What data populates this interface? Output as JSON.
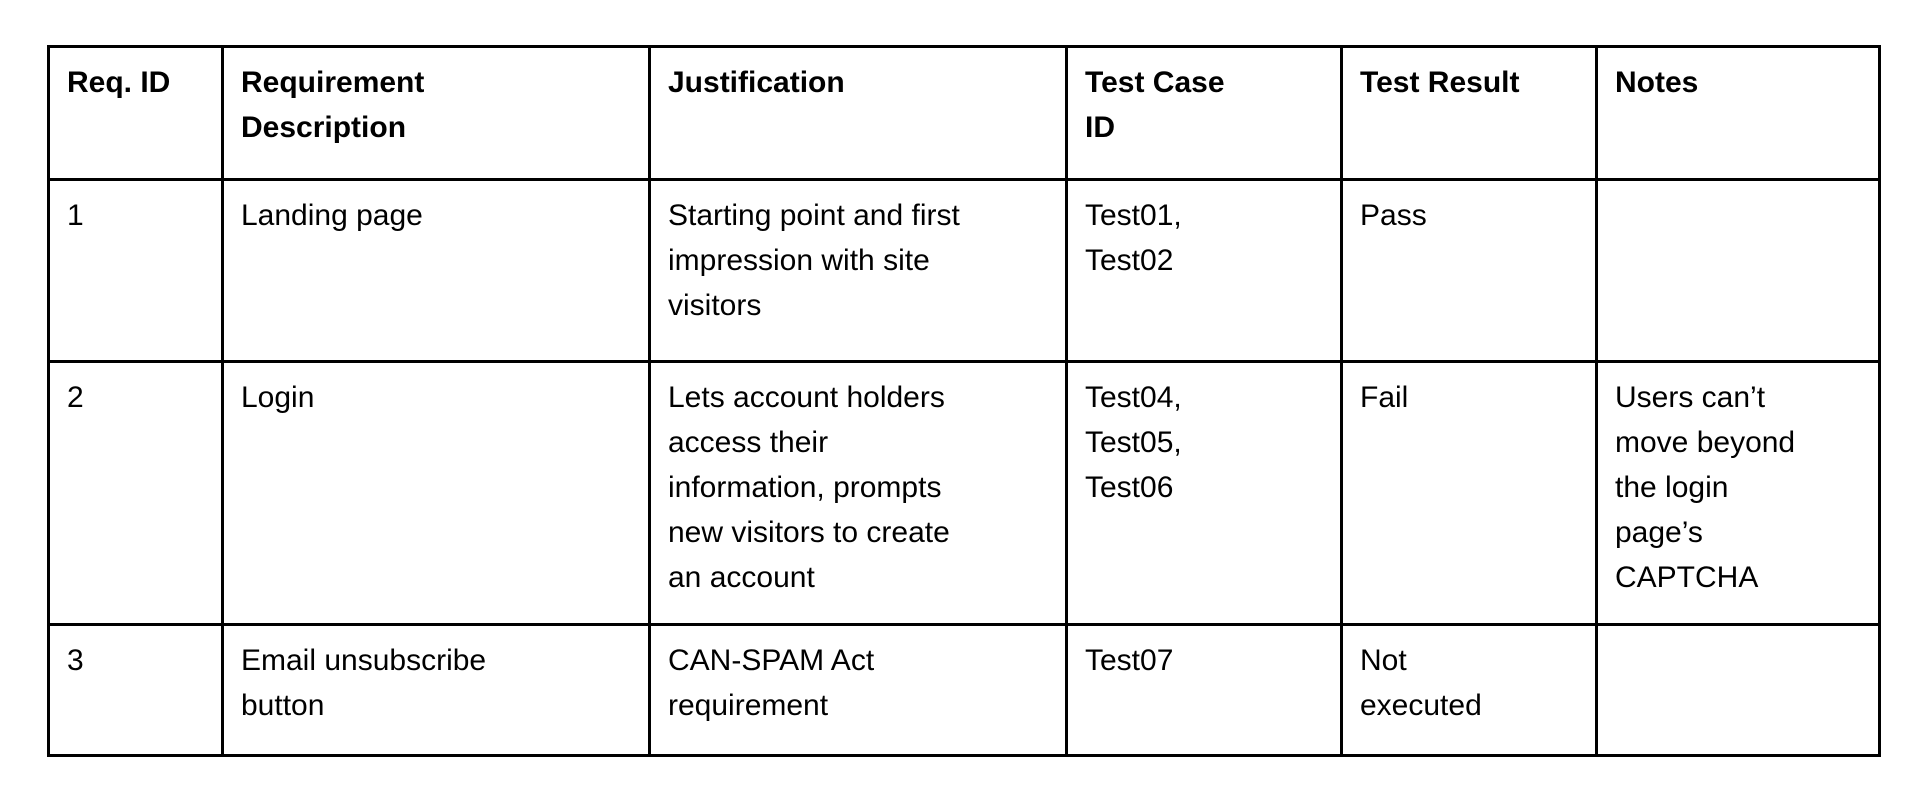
{
  "page": {
    "background_color": "#ffffff",
    "text_color": "#000000",
    "table_border_color": "#000000"
  },
  "table": {
    "name": "requirements-traceability-matrix",
    "headers": {
      "req_id": "Req. ID",
      "description": [
        "Requirement",
        "Description"
      ],
      "justification": "Justification",
      "test_case_id": [
        "Test Case",
        "ID"
      ],
      "test_result": "Test Result",
      "notes": "Notes"
    },
    "rows": [
      {
        "req_id": "1",
        "description": [
          "Landing page"
        ],
        "justification": [
          "Starting point and first",
          "impression with site",
          "visitors"
        ],
        "test_case_id": [
          "Test01,",
          "Test02"
        ],
        "test_result": [
          "Pass"
        ],
        "notes": []
      },
      {
        "req_id": "2",
        "description": [
          "Login"
        ],
        "justification": [
          "Lets account holders",
          "access their",
          "information, prompts",
          "new visitors to create",
          "an account"
        ],
        "test_case_id": [
          "Test04,",
          "Test05,",
          "Test06"
        ],
        "test_result": [
          "Fail"
        ],
        "notes": [
          "Users can’t",
          "move beyond",
          "the login",
          "page’s",
          "CAPTCHA"
        ]
      },
      {
        "req_id": "3",
        "description": [
          "Email unsubscribe",
          "button"
        ],
        "justification": [
          "CAN-SPAM Act",
          "requirement"
        ],
        "test_case_id": [
          "Test07"
        ],
        "test_result": [
          "Not",
          "executed"
        ],
        "notes": []
      }
    ]
  }
}
